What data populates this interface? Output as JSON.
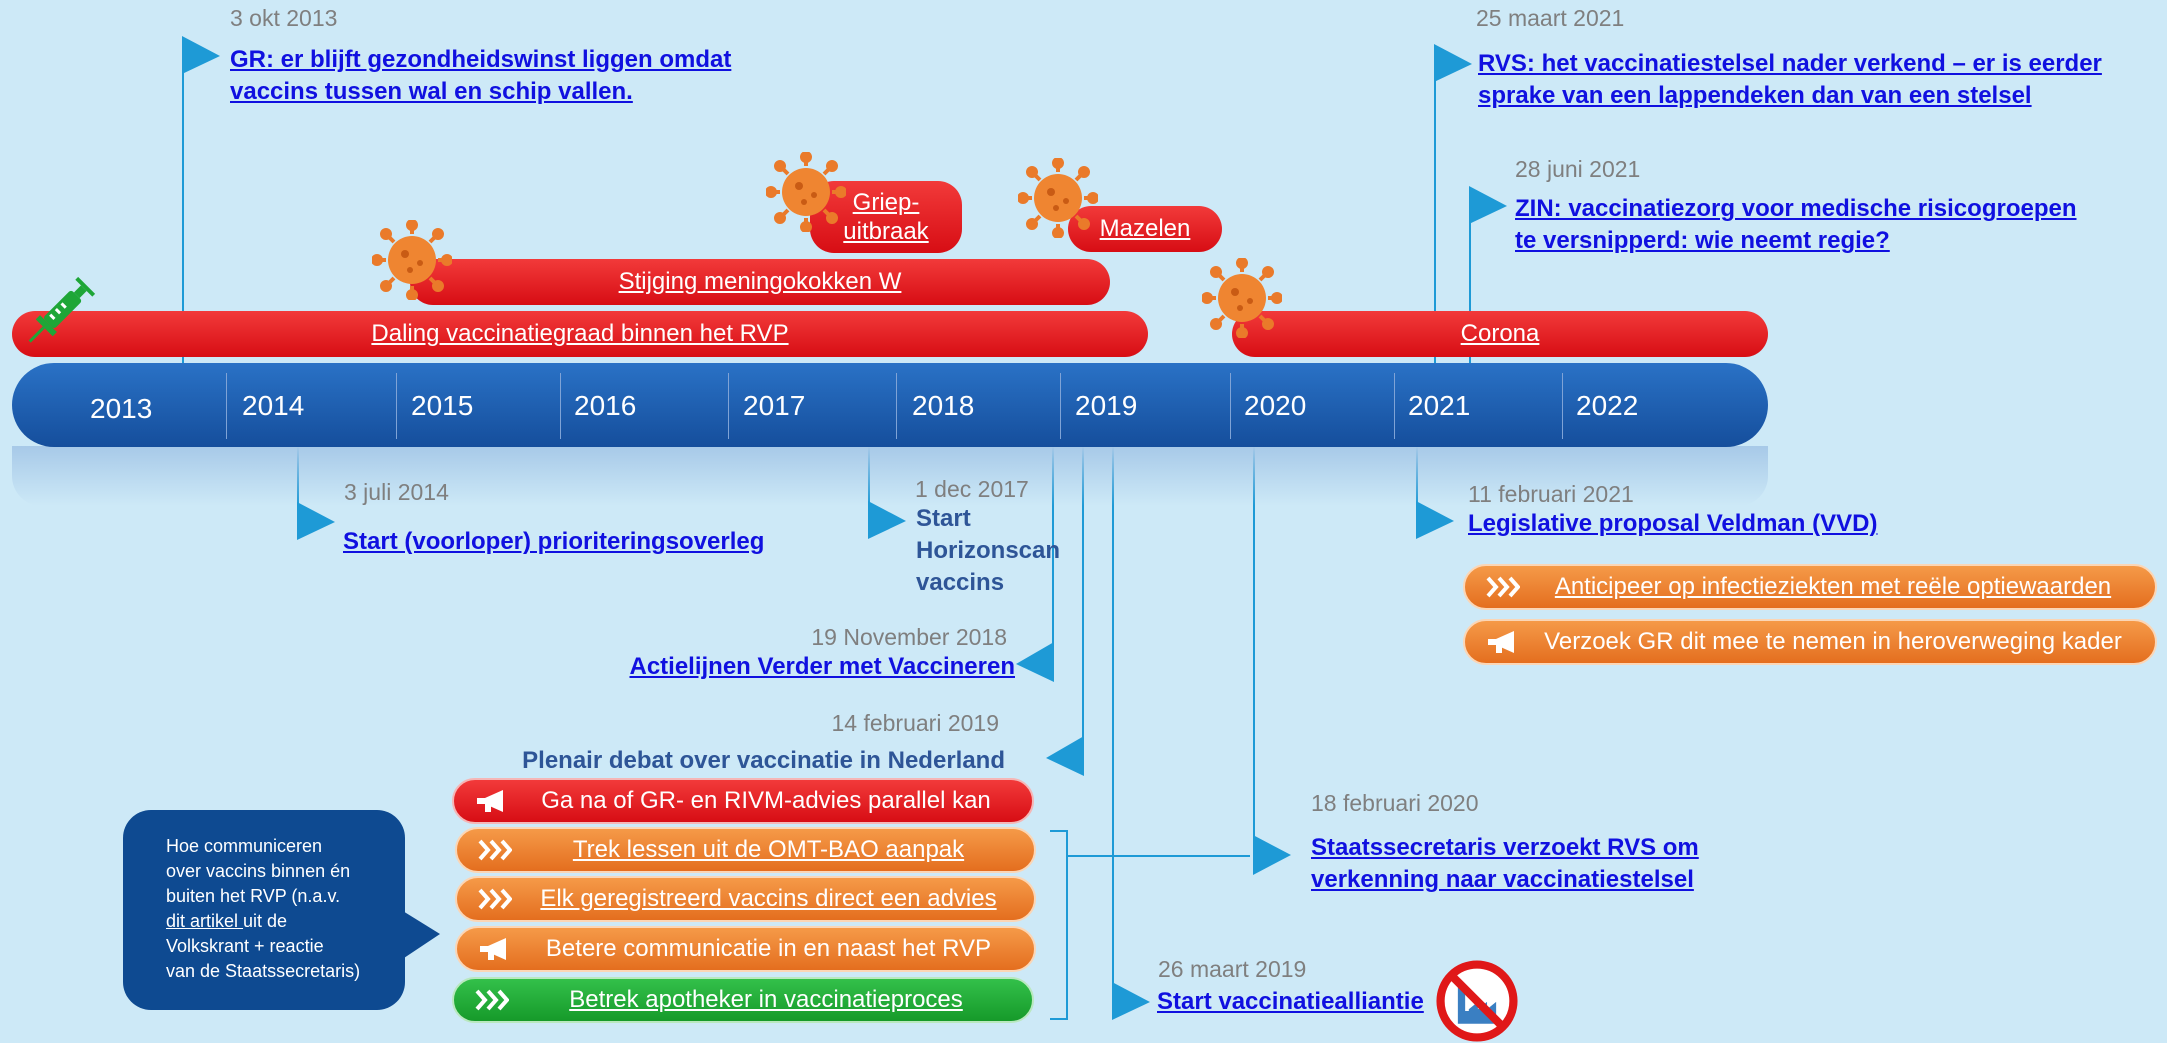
{
  "timeline": {
    "years": [
      "2013",
      "2014",
      "2015",
      "2016",
      "2017",
      "2018",
      "2019",
      "2020",
      "2021",
      "2022"
    ]
  },
  "bars": {
    "vaccination_decline": "Daling vaccinatiegraad binnen het RVP",
    "meningococcal": "Stijging meningokokken W",
    "flu_line1": "Griep-",
    "flu_line2": "uitbraak",
    "measles": "Mazelen",
    "corona": "Corona"
  },
  "events": {
    "gr2013": {
      "date": "3 okt 2013",
      "line1": "GR: er blijft gezondheidswinst liggen omdat",
      "line2": "vaccins tussen wal en schip vallen."
    },
    "rvs2021": {
      "date": "25 maart 2021",
      "line1": "RVS: het vaccinatiestelsel nader verkend – er is eerder",
      "line2": "sprake van een lappendeken dan van een stelsel"
    },
    "zin2021": {
      "date": "28 juni 2021",
      "line1": "ZIN: vaccinatiezorg voor medische risicogroepen",
      "line2": "te versnipperd: wie neemt regie?"
    },
    "prio2014": {
      "date": "3 juli 2014",
      "text": "Start (voorloper) prioriteringsoverleg"
    },
    "horizon2017": {
      "date": "1 dec 2017",
      "line1": "Start",
      "line2": "Horizonscan",
      "line3": "vaccins"
    },
    "veldman2021": {
      "date": "11 februari 2021",
      "text": "Legislative proposal Veldman (VVD)"
    },
    "actielijnen2018": {
      "date": "19 November 2018",
      "text": "Actielijnen Verder met Vaccineren"
    },
    "debat2019": {
      "date": "14 februari 2019",
      "text": "Plenair debat over vaccinatie in Nederland"
    },
    "rvs2020": {
      "date": "18 februari 2020",
      "line1": "Staatssecretaris verzoekt RVS om",
      "line2": "verkenning naar vaccinatiestelsel"
    },
    "alliantie2019": {
      "date": "26 maart 2019",
      "text": "Start vaccinatiealliantie"
    }
  },
  "actions_2021": [
    {
      "text": "Anticipeer op infectieziekten met reële optiewaarden",
      "icon": "chevrons-icon",
      "color": "#e97c2a"
    },
    {
      "text": "Verzoek GR dit mee te nemen in heroverweging kader",
      "icon": "megaphone-icon",
      "color": "#e97c2a"
    }
  ],
  "actions_2019": [
    {
      "text": "Ga na of GR- en RIVM-advies parallel kan",
      "icon": "megaphone-icon",
      "color": "#dc1119"
    },
    {
      "text": "Trek lessen uit de OMT-BAO aanpak",
      "icon": "chevrons-icon",
      "color": "#e97c2a"
    },
    {
      "text": "Elk geregistreerd vaccins direct een advies",
      "icon": "chevrons-icon",
      "color": "#e97c2a"
    },
    {
      "text": "Betere communicatie in en naast het RVP",
      "icon": "megaphone-icon",
      "color": "#e97c2a"
    },
    {
      "text": "Betrek apotheker in vaccinatieproces",
      "icon": "chevrons-icon",
      "color": "#1ba52f"
    }
  ],
  "callout": {
    "line1": "Hoe communiceren",
    "line2": "over vaccins binnen én",
    "line3": "buiten het RVP (n.a.v.",
    "line4_link": "dit artikel ",
    "line4_rest": "uit de",
    "line5": "Volkskrant + reactie",
    "line6": "van de Staatssecretaris)"
  },
  "colors": {
    "background": "#cde9f7",
    "timeline": "#1d5fb0",
    "red": "#dc1119",
    "orange": "#e97c2a",
    "green": "#1ba52f",
    "link": "#1010e0",
    "flag": "#1e9ad6"
  }
}
